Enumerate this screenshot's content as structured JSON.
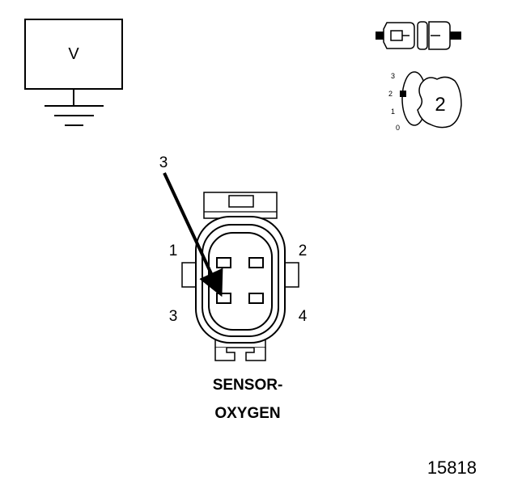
{
  "meter": {
    "label": "V"
  },
  "ignition_key": {
    "positions": [
      "3",
      "2",
      "1",
      "0"
    ],
    "selected_position": "2",
    "key_number": "2"
  },
  "connector": {
    "terminal_labels": [
      "1",
      "2",
      "3",
      "4"
    ],
    "pointer_label": "3",
    "pointed_terminal": 3
  },
  "caption": {
    "line1": "SENSOR-",
    "line2": "OXYGEN"
  },
  "figure_number": "15818"
}
